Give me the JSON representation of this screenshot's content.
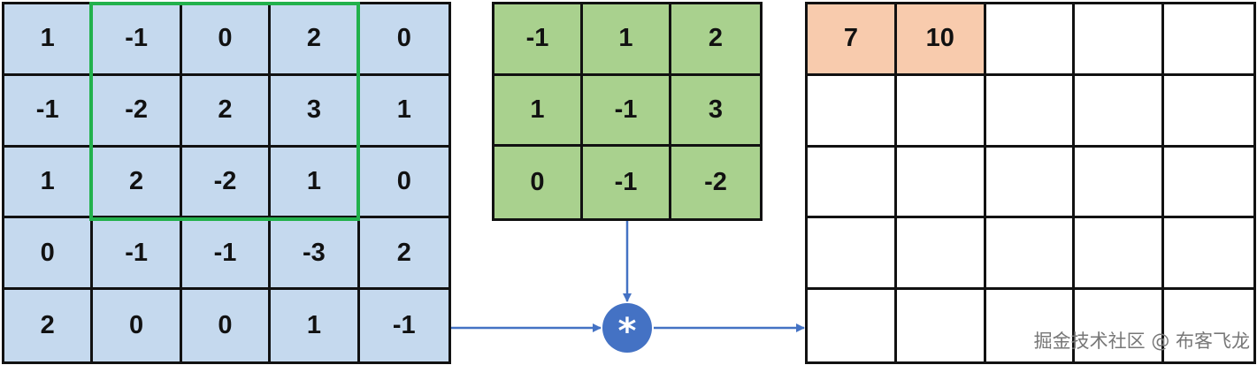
{
  "input_matrix": [
    [
      "1",
      "-1",
      "0",
      "2",
      "0"
    ],
    [
      "-1",
      "-2",
      "2",
      "3",
      "1"
    ],
    [
      "1",
      "2",
      "-2",
      "1",
      "0"
    ],
    [
      "0",
      "-1",
      "-1",
      "-3",
      "2"
    ],
    [
      "2",
      "0",
      "0",
      "1",
      "-1"
    ]
  ],
  "kernel_matrix": [
    [
      "-1",
      "1",
      "2"
    ],
    [
      "1",
      "-1",
      "3"
    ],
    [
      "0",
      "-1",
      "-2"
    ]
  ],
  "output_matrix": [
    [
      "7",
      "10",
      "",
      "",
      ""
    ],
    [
      "",
      "",
      "",
      "",
      ""
    ],
    [
      "",
      "",
      "",
      "",
      ""
    ],
    [
      "",
      "",
      "",
      "",
      ""
    ],
    [
      "",
      "",
      "",
      "",
      ""
    ]
  ],
  "operator_symbol": "*",
  "watermark": "掘金技术社区 @ 布客飞龙",
  "colors": {
    "input_fill": "#c5d9ee",
    "kernel_fill": "#a9d18e",
    "output_filled": "#f8cbad",
    "window_border": "#22b14c",
    "arrow": "#4472c4"
  }
}
